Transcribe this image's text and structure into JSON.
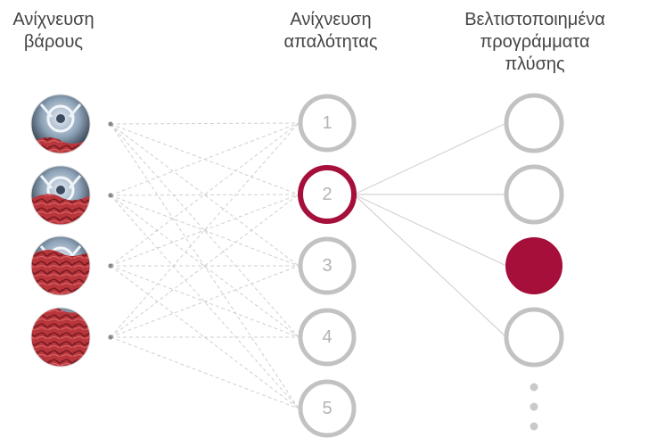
{
  "columns": {
    "weight": {
      "line1": "Ανίχνευση",
      "line2": "βάρους"
    },
    "softness": {
      "line1": "Ανίχνευση",
      "line2": "απαλότητας"
    },
    "programs": {
      "line1": "Βελτιστοποιημένα",
      "line2": "προγράμματα",
      "line3": "πλύσης"
    }
  },
  "load_levels": [
    {
      "name": "drum-quarter-load-icon",
      "fill_fraction": 0.25
    },
    {
      "name": "drum-half-load-icon",
      "fill_fraction": 0.5
    },
    {
      "name": "drum-three-quarter-load-icon",
      "fill_fraction": 0.75
    },
    {
      "name": "drum-full-load-icon",
      "fill_fraction": 1.0
    }
  ],
  "softness_levels": [
    "1",
    "2",
    "3",
    "4",
    "5"
  ],
  "selected_softness": "2",
  "program_count": 4,
  "selected_program": 3,
  "colors": {
    "accent": "#a50f3a",
    "ring": "#c2c2c2",
    "dashed_line": "#cfcfcf",
    "solid_line": "#d4d4d4",
    "dot": "#8a8a8a",
    "fabric": "#b9373c",
    "drum_metal": "#7d93aa"
  }
}
